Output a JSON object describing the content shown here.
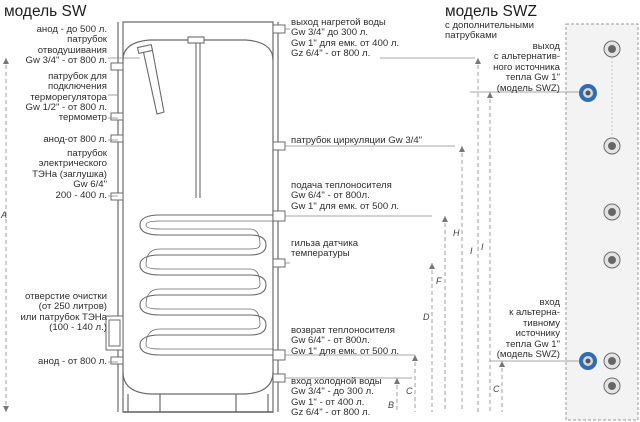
{
  "titles": {
    "sw": "модель SW",
    "swz": "модель SWZ",
    "swz_subtitle": [
      "с дополнительными",
      "патрубками"
    ]
  },
  "left_labels": {
    "anode_500": [
      "анод - до 500 л.",
      "патрубок",
      "отводушивания",
      "Gw 3/4\" - от 800 л."
    ],
    "thermoregulator": [
      "патрубок для",
      "подключения",
      "терморегулятора",
      "Gw 1/2\" - от 800 л."
    ],
    "thermometer": [
      "термометр"
    ],
    "anode_800_upper": [
      "анод-от 800 л."
    ],
    "ten": [
      "патрубок",
      "электрического",
      "ТЭНа (заглушка)",
      "Gw 6/4\"",
      "200 - 400 л."
    ],
    "cleaning": [
      "отверстие очистки",
      "(от 250 литров)",
      "или патрубок ТЭНа",
      "(100 - 140 л.)"
    ],
    "anode_800_lower": [
      "анод - от 800 л."
    ]
  },
  "right_labels": {
    "hot_out": [
      "выход нагретой воды",
      "Gw 3/4\" до 300 л.",
      "Gw 1\" для емк. от 400 л.",
      "Gz 6/4\" - от 800 л."
    ],
    "circulation": [
      "патрубок циркуляции Gw 3/4\""
    ],
    "heat_supply": [
      "подача теплоносителя",
      "Gw 6/4\" - от  800л.",
      "Gw 1\" для емк. от 500 л."
    ],
    "sensor": [
      "гильза датчика",
      "температуры"
    ],
    "heat_return": [
      "возврат теплоносителя",
      "Gw 6/4\" - от 800л.",
      "Gw 1\" для емк. от 500 л."
    ],
    "cold_in": [
      "вход холодной воды",
      "Gw 3/4\" - до 300 л.",
      "Gw 1\" - от 400 л.",
      "Gz 6/4\" - от 800 л."
    ]
  },
  "swz_labels": {
    "alt_out": [
      "выход",
      "с альтернатив-",
      "ного источника",
      "тепла Gw 1\"",
      "(модель SWZ)"
    ],
    "alt_in": [
      "вход",
      "к альтерна-",
      "тивному",
      "источнику",
      "тепла Gw 1\"",
      "(модель SWZ)"
    ]
  },
  "dimension_letters": [
    "A",
    "H",
    "I",
    "F",
    "D",
    "C",
    "B",
    "I",
    "C"
  ],
  "colors": {
    "line": "#555555",
    "outline": "#6a6a6a",
    "tank_fill": "#ffffff",
    "panel_fill": "#f1f1f1",
    "port_blue": "#2f6db5",
    "dim_line": "#777777"
  },
  "icons": [
    "tank-diagram",
    "coil-heat-exchanger",
    "port-fitting-icon",
    "blue-port-icon"
  ]
}
